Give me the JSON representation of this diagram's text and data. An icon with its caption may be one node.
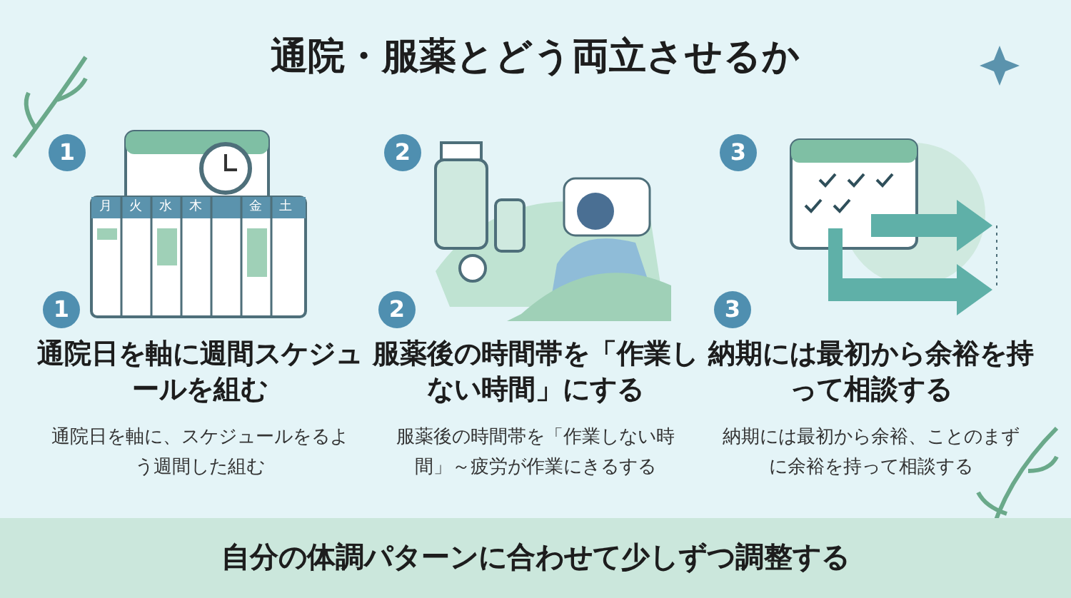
{
  "diagram": {
    "title": "通院・服薬とどう両立させるか",
    "caption": "自分の体調パターンに合わせて少しずつ調整する",
    "nodes": [
      {
        "text": [
          "1",
          "1",
          "通院日を軸に週間スケジュールを組む",
          "通院日を軸に、スケジュールをるよう週間した組む"
        ]
      },
      {
        "text": [
          "2",
          "2",
          "服薬後の時間帯を「作業しない時間」にする",
          "服薬後の時間帯を「作業しない時間」～疲労が作業にきるする"
        ]
      },
      {
        "text": [
          "3",
          "3",
          "納期には最初から余裕を持って相談する",
          "納期には最初から余裕、ことのまずに余裕を持って相談する"
        ]
      }
    ],
    "labels": [
      "月",
      "火",
      "水",
      "木",
      "金",
      "土"
    ]
  }
}
